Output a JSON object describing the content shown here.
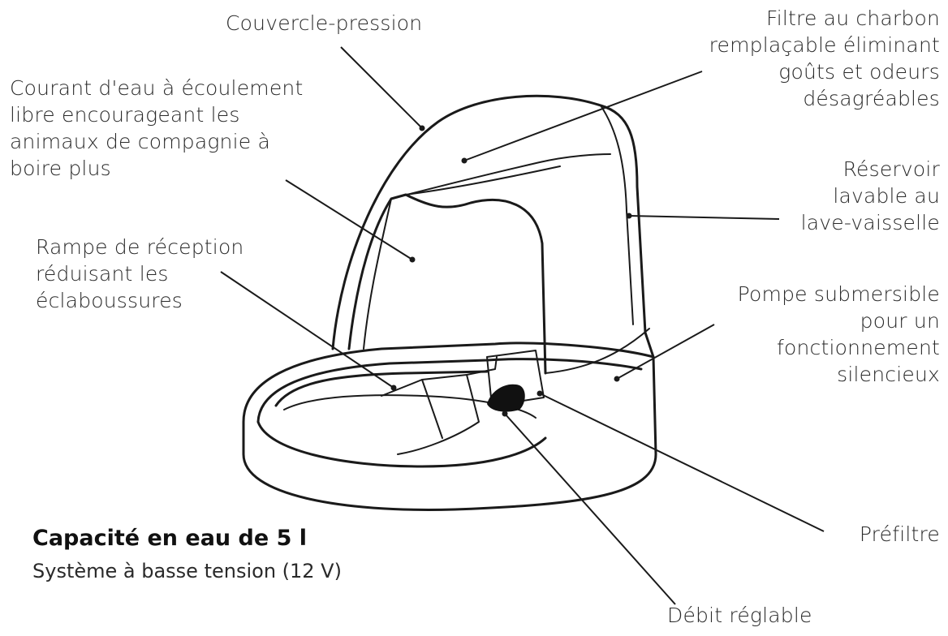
{
  "labels": {
    "couvercle": "Couvercle-pression",
    "courant": "Courant d'eau à écoulement\nlibre encourageant les\nanimaux de compagnie à\nboire plus",
    "rampe": "Rampe de réception\nréduisant les\néclaboussures",
    "filtre": "Filtre au charbon\nremplaçable éliminant\ngoûts et odeurs\ndésagréables",
    "reservoir": "Réservoir\nlavable au\nlave-vaisselle",
    "pompe": "Pompe submersible\npour un\nfonctionnement\nsilencieux",
    "prefiltre": "Préfiltre",
    "debit": "Débit réglable"
  },
  "capacity": {
    "title": "Capacité en eau de 5 l",
    "subtitle": "Système à basse tension (12 V)"
  },
  "colors": {
    "line": "#1a1a1a",
    "text": "#2a2a2a"
  }
}
